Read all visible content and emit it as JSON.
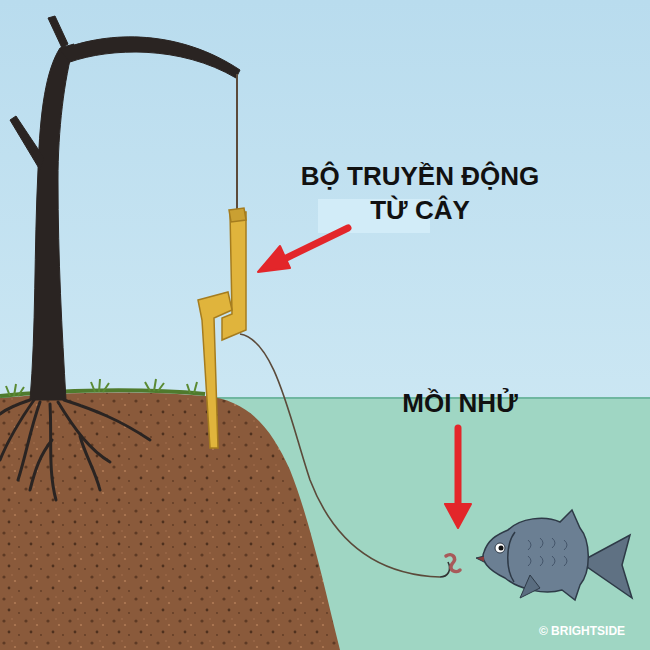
{
  "diagram": {
    "labels": [
      "BỘ TRUYỀN ĐỘNG TỪ CÂY",
      "MỒI NHỬ",
      "© BRIGHTSIDE"
    ]
  }
}
